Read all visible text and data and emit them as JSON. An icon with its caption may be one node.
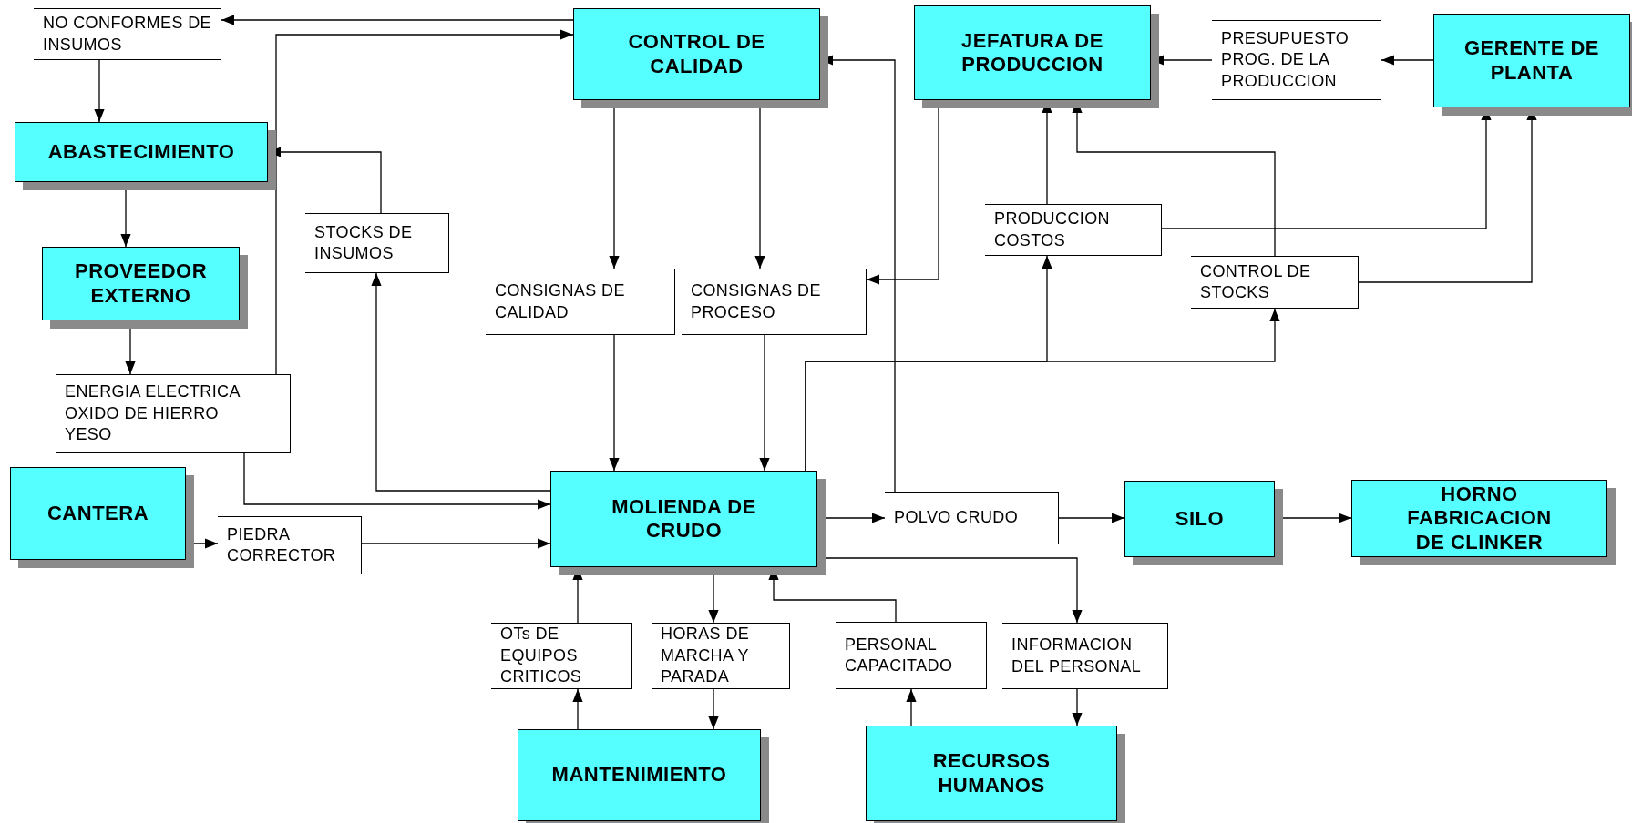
{
  "diagram": {
    "nodes": [
      {
        "text": [
          "CONTROL DE CALIDAD"
        ]
      },
      {
        "text": [
          "JEFATURA DE PRODUCCION"
        ]
      },
      {
        "text": [
          "GERENTE DE PLANTA"
        ]
      },
      {
        "text": [
          "NO CONFORMES DE INSUMOS"
        ]
      },
      {
        "text": [
          "ABASTECIMIENTO"
        ]
      },
      {
        "text": [
          "PROVEEDOR EXTERNO"
        ]
      },
      {
        "text": [
          "STOCKS DE INSUMOS"
        ]
      },
      {
        "text": [
          "PRESUPUESTO PROG. DE LA PRODUCCION"
        ]
      },
      {
        "text": [
          "PRODUCCION COSTOS"
        ]
      },
      {
        "text": [
          "CONTROL DE STOCKS"
        ]
      },
      {
        "text": [
          "CONSIGNAS DE CALIDAD"
        ]
      },
      {
        "text": [
          "CONSIGNAS DE PROCESO"
        ]
      },
      {
        "text": [
          "ENERGIA ELECTRICA OXIDO DE HIERRO YESO"
        ]
      },
      {
        "text": [
          "CANTERA"
        ]
      },
      {
        "text": [
          "PIEDRA CORRECTOR"
        ]
      },
      {
        "text": [
          "MOLIENDA DE CRUDO"
        ]
      },
      {
        "text": [
          "POLVO CRUDO"
        ]
      },
      {
        "text": [
          "SILO"
        ]
      },
      {
        "text": [
          "HORNO FABRICACION DE CLINKER"
        ]
      },
      {
        "text": [
          "OTs DE EQUIPOS CRITICOS"
        ]
      },
      {
        "text": [
          "HORAS DE MARCHA Y PARADA"
        ]
      },
      {
        "text": [
          "PERSONAL CAPACITADO"
        ]
      },
      {
        "text": [
          "INFORMACION DEL PERSONAL"
        ]
      },
      {
        "text": [
          "MANTENIMIENTO"
        ]
      },
      {
        "text": [
          "RECURSOS HUMANOS"
        ]
      }
    ],
    "edges": [
      {
        "from": 0,
        "to": 3,
        "arrow": "to"
      },
      {
        "from": 12,
        "to": 0,
        "arrow": "to"
      },
      {
        "from": 3,
        "to": 4,
        "arrow": "to"
      },
      {
        "from": 4,
        "to": 5,
        "arrow": "to"
      },
      {
        "from": 5,
        "to": 12,
        "arrow": "to"
      },
      {
        "from": 6,
        "to": 4,
        "arrow": "to"
      },
      {
        "from": 15,
        "to": 6,
        "arrow": "to"
      },
      {
        "from": 0,
        "to": 10,
        "arrow": "to"
      },
      {
        "from": 0,
        "to": 11,
        "arrow": "to"
      },
      {
        "from": 10,
        "to": 15,
        "arrow": "to"
      },
      {
        "from": 11,
        "to": 15,
        "arrow": "to"
      },
      {
        "from": 1,
        "to": 11,
        "arrow": "to"
      },
      {
        "from": 16,
        "to": 0,
        "arrow": "to"
      },
      {
        "from": 7,
        "to": 1,
        "arrow": "to"
      },
      {
        "from": 2,
        "to": 7,
        "arrow": "to"
      },
      {
        "from": 8,
        "to": 1,
        "arrow": "to"
      },
      {
        "from": 9,
        "to": 1,
        "arrow": "to"
      },
      {
        "from": 8,
        "to": 2,
        "arrow": "to"
      },
      {
        "from": 9,
        "to": 2,
        "arrow": "to"
      },
      {
        "from": 15,
        "to": 8,
        "arrow": "to"
      },
      {
        "from": 15,
        "to": 9,
        "arrow": "to"
      },
      {
        "from": 12,
        "to": 15,
        "arrow": "to"
      },
      {
        "from": 13,
        "to": 14,
        "arrow": "to"
      },
      {
        "from": 14,
        "to": 15,
        "arrow": "to"
      },
      {
        "from": 15,
        "to": 16,
        "arrow": "to"
      },
      {
        "from": 16,
        "to": 17,
        "arrow": "to"
      },
      {
        "from": 17,
        "to": 18,
        "arrow": "to"
      },
      {
        "from": 15,
        "to": 22,
        "arrow": "to"
      },
      {
        "from": 23,
        "to": 19,
        "arrow": "to"
      },
      {
        "from": 19,
        "to": 15,
        "arrow": "to"
      },
      {
        "from": 15,
        "to": 20,
        "arrow": "to"
      },
      {
        "from": 20,
        "to": 23,
        "arrow": "to"
      },
      {
        "from": 24,
        "to": 21,
        "arrow": "to"
      },
      {
        "from": 21,
        "to": 15,
        "arrow": "to"
      },
      {
        "from": 22,
        "to": 24,
        "arrow": "to"
      }
    ]
  }
}
